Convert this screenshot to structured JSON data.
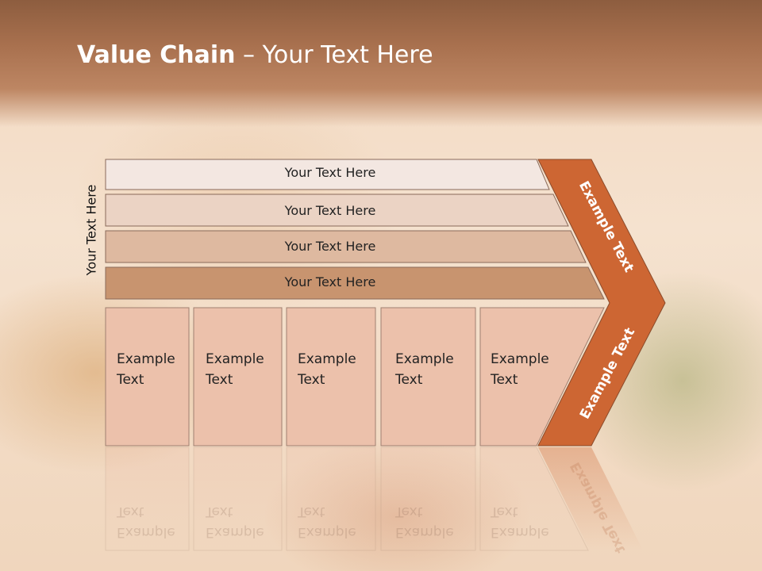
{
  "title": {
    "bold": "Value Chain",
    "rest": " – Your Text Here"
  },
  "side_label": "Your Text Here",
  "rows": [
    {
      "label": "Your Text Here"
    },
    {
      "label": "Your Text Here"
    },
    {
      "label": "Your Text Here"
    },
    {
      "label": "Your Text Here"
    }
  ],
  "columns": [
    {
      "line1": "Example",
      "line2": "Text"
    },
    {
      "line1": "Example",
      "line2": "Text"
    },
    {
      "line1": "Example",
      "line2": "Text"
    },
    {
      "line1": "Example",
      "line2": "Text"
    },
    {
      "line1": "Example",
      "line2": "Text"
    }
  ],
  "arrow": {
    "upper": "Example Text",
    "lower": "Example Text"
  },
  "colors": {
    "row1": "#f3e7e1",
    "row2": "#ebd3c4",
    "row3": "#deb9a0",
    "row4": "#c8946f",
    "column": "#ecc1ab",
    "arrow": "#cd6633",
    "outline": "#8a6a5a"
  }
}
